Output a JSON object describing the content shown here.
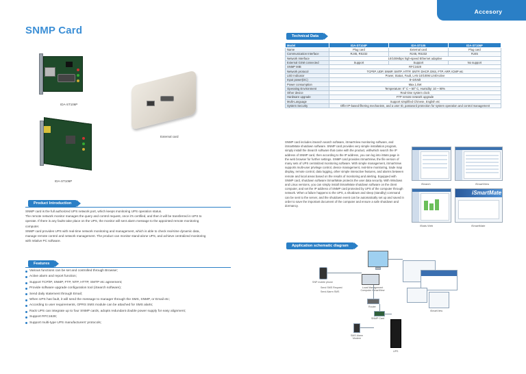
{
  "header": {
    "accessory_tab": "Accesory",
    "title": "SNMP Card"
  },
  "images": {
    "card1_label": "IDA-ST106P",
    "card2_label": "IDA-ST106P",
    "external_label": "External card"
  },
  "sections": {
    "technical": "Technical Data",
    "product_intro": "Product Introduction",
    "features": "Features",
    "app_diagram": "Application schematic diagram"
  },
  "spec_table": {
    "headers": [
      "Model",
      "IDA-ST104P",
      "IDA-ST105",
      "IDA-ST106P"
    ],
    "rows": [
      {
        "label": "Name",
        "cells": [
          "Plug card",
          "External card",
          "Plug card"
        ]
      },
      {
        "label": "Communication Interface",
        "cells": [
          "RJ45, RS232",
          "RJ45, RS232",
          "RJ45"
        ]
      },
      {
        "label": "Network Interface",
        "span": "10/100Mbps high-speed Ethernet adaptive"
      },
      {
        "label": "External GSM connected",
        "cells": [
          "Support",
          "Support",
          "No support"
        ]
      },
      {
        "label": "SNMP MIB",
        "span": "RFC1628"
      },
      {
        "label": "Network protocol",
        "span": "TCP/IP, UDP, SNMP, SMTP, HTTP, SNTP, DHCP, DNS, FTP, ARP, ICMP etc"
      },
      {
        "label": "LED Indicator",
        "span": "Power, Status, Fault, LAN 10/100M Link/Active"
      },
      {
        "label": "Input power(DC)",
        "span": "8~24Volt"
      },
      {
        "label": "Power consumption",
        "span": "Max.1.5W"
      },
      {
        "label": "Operating Environment",
        "span": "Temperature: 0° C ~ 50° C, Humidity: 10 ~ 90%"
      },
      {
        "label": "Other device",
        "span": "Real-time system clock"
      },
      {
        "label": "Hardware upgrade",
        "span": "FTP remote network upgrade"
      },
      {
        "label": "Multi-Language",
        "span": "Support simplified Chinese, English etc"
      },
      {
        "label": "System Security",
        "span": "Offer IP-based filtering mechanism, and a user ID, password protection for system operation and control management"
      }
    ]
  },
  "software_text": "SNMP card includes iSearch search software, iSmartView monitoring software, and iSmartMate shutdown software. SNMP card provides very simple installation program, simply install the iSearch software that came with the product, withwhich search the IP address of SNMP card, then according to the IP address, you can log into iStats page in the web browser for further settings. SNMP card provides iSmartView, the file version of many sets of UPS centralized monitoring software. With simple management, iSmartView supports multi-user privilege control, device management, real-time monitoring, trade map display, remote control, data logging, other simple interactive features, and alarms between remote and local areas based on the results of monitoring and alerting. Equipped with SNMP card, shutdown software iSmartMate protects the user data security. With Windows and Linux versions, you can simply install iSmartMate shutdown software on the client computer, and set the IP address of SNMP card protected by UPS of the computer through network. When a failure happens to the UPS, a shutdown and sleep (standby) command can be sent to the server, and the shutdown event can be automatically set up and saved in order to save the important document of the computer and ensure a safe shutdown and dormancy.",
  "screenshots": {
    "s1": "iSearch",
    "s2": "iSmartView",
    "s3": "iStats Web",
    "s4": "iSmartMate",
    "logo": "iSmartMate"
  },
  "product_intro_text": [
    "SNMP card is the full authorized UPS network port, which keeps monitoring UPS operation status.",
    "The remote network monitor manages the query and control request, once it's certified, and then it will be transferred in UPS to",
    "operate. If there is any faults take place on the UPS, the monitor will sent alarm message to the appointed remote monitoring",
    "computer.",
    "SNMP card provides UPS with real-time network monitoring and management, which is able to check real-time dynamic data,",
    "manage remote control and network management. The product can monitor stand-alone UPS, and achieve centralized monitoring",
    "with relative PC software."
  ],
  "features": [
    "Various functions can be set and controlled through Browser;",
    "Active alarm and report function;",
    "Support TCP/IP, SNMP, FTP, NTP, HTTP, SMTP etc agreement;",
    "Provide software upgrade configuration tool (iSearch software);",
    "Send daily statement through Email;",
    "When UPS has fault, it will send the message to manager through the SMS, SNMP, or Email etc;",
    "According to user requirements, GPRS SMS module can be attached for SMS alarts;",
    "Rack UPS can integrate up to four SNMP cards, adopts redundant double power supply for easy alignment;",
    "Support RFC1628;",
    "Support multi-type UPS manufacturers' protocols;"
  ],
  "diagram": {
    "mobile": "SNP mobile phone",
    "pc": "Local Management Computer iSmartView",
    "sms1": "Send SMS Request",
    "sms2": "Send Alarm SMS",
    "router": "Router",
    "gsm": "SMS Alarm Modem",
    "snmp": "SNMP Card",
    "ups": "UPS",
    "ismart": "iSmartView"
  },
  "colors": {
    "accent": "#2a7fc6",
    "title": "#3c8fd6"
  }
}
